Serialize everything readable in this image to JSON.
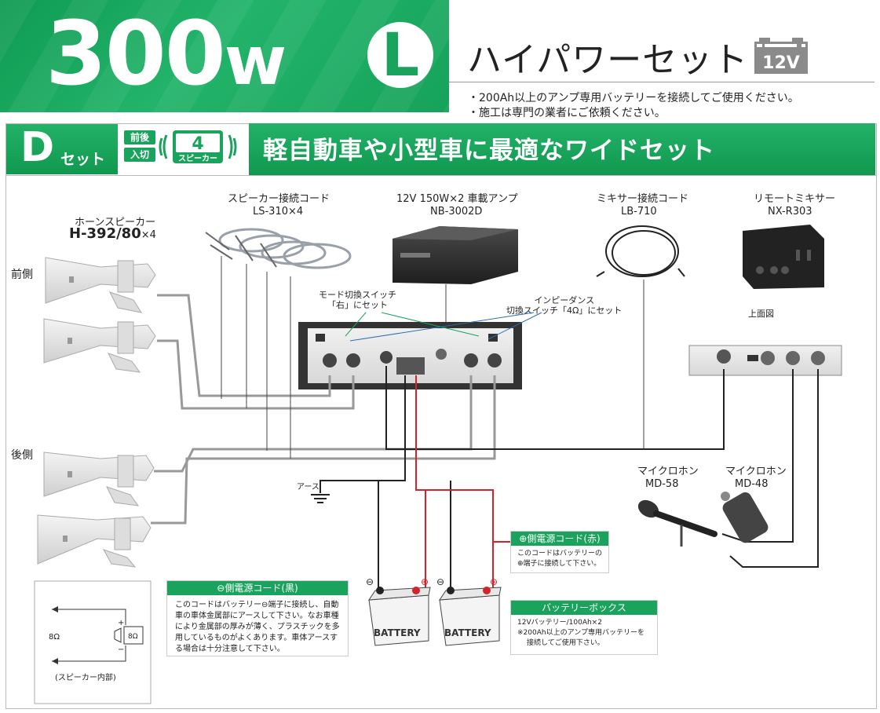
{
  "header": {
    "power": "300",
    "unit": "w",
    "size_mark": "L",
    "subtitle": "ハイパワーセット",
    "voltage_badge": "12V",
    "notes": [
      "・200Ah以上のアンプ専用バッテリーを接続してご使用ください。",
      "・施工は専門の業者にご依頼ください。"
    ]
  },
  "set_bar": {
    "set_letter": "D",
    "set_label": "セット",
    "badge_front_rear": "前後",
    "badge_switch": "入切",
    "badge_number": "4",
    "badge_speaker": "スピーカー",
    "headline": "軽自動車や小型車に最適なワイドセット"
  },
  "components": {
    "horn_speaker": {
      "name": "ホーンスピーカー",
      "model": "H-392/80",
      "qty": "×4"
    },
    "cord": {
      "name": "スピーカー接続コード",
      "model": "LS-310×4"
    },
    "amp": {
      "name": "12V 150W×2 車載アンプ",
      "model": "NB-3002D"
    },
    "mixer_cord": {
      "name": "ミキサー接続コード",
      "model": "LB-710"
    },
    "remote_mixer": {
      "name": "リモートミキサー",
      "model": "NX-R303"
    },
    "mic1": {
      "name": "マイクロホン",
      "model": "MD-58"
    },
    "mic2": {
      "name": "マイクロホン",
      "model": "MD-48"
    }
  },
  "labels": {
    "front": "前側",
    "rear": "後側",
    "top_view": "上面図",
    "mode_switch_1": "モード切換スイッチ",
    "mode_switch_2": "「右」にセット",
    "impedance_1": "インピーダンス",
    "impedance_2": "切換スイッチ「4Ω」にセット",
    "earth": "アース",
    "minus_sign": "⊖",
    "plus_sign": "⊕",
    "battery_text": "BATTERY"
  },
  "callouts": {
    "minus_cord": {
      "title": "⊖側電源コード(黒)",
      "body": "このコードはバッテリー⊖端子に接続し、自動車の車体金属部にアースして下さい。なお車種により金属部の厚みが薄く、プラスチックを多用しているものがよくあります。車体アースする場合は十分注意して下さい。"
    },
    "plus_cord": {
      "title": "⊕側電源コード(赤)",
      "body": "このコードはバッテリーの⊕端子に接続して下さい。"
    },
    "battery_box": {
      "title": "バッテリーボックス",
      "line1": "12Vバッテリー/100Ah×2",
      "line2": "※200Ah以上のアンプ専用バッテリーを",
      "line3": "接続してご使用下さい。"
    }
  },
  "inset": {
    "ohm_left": "8Ω",
    "ohm_box": "8Ω",
    "plus": "+",
    "minus": "−",
    "caption": "(スピーカー内部)"
  },
  "colors": {
    "brand_green": "#1aa35c",
    "wire_red": "#d2232a",
    "wire_black": "#222222"
  }
}
